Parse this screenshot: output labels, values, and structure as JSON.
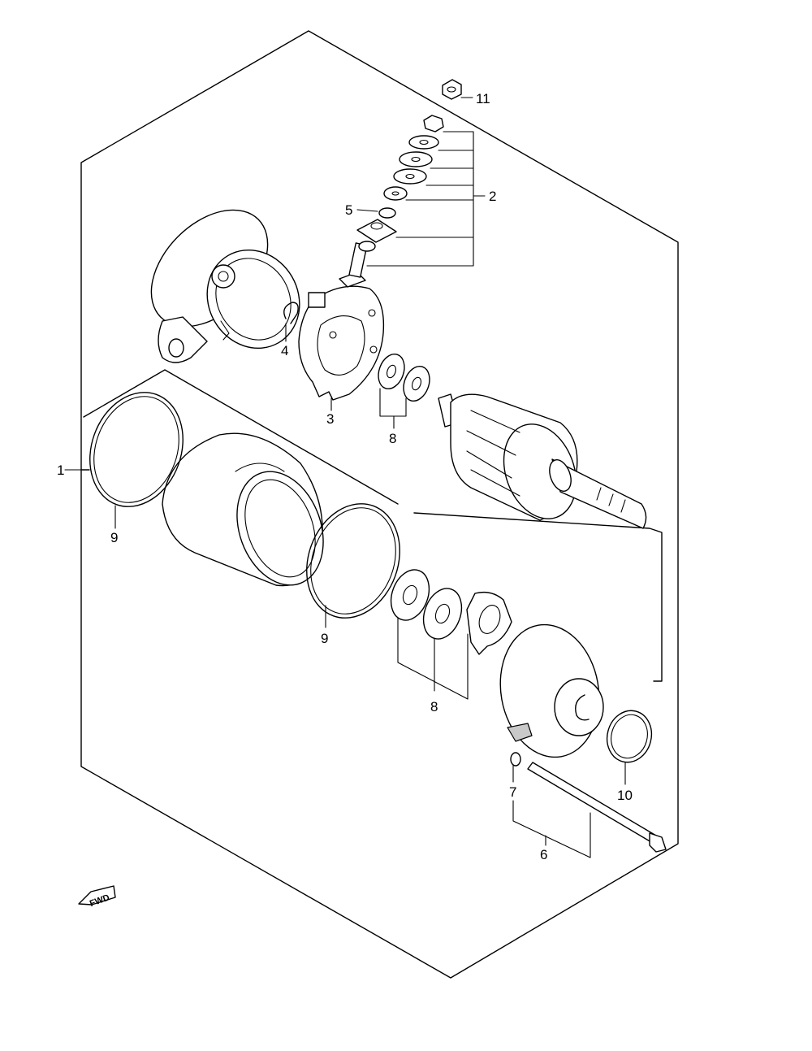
{
  "callouts": [
    {
      "id": "c1",
      "label": "1"
    },
    {
      "id": "c2",
      "label": "2"
    },
    {
      "id": "c3",
      "label": "3"
    },
    {
      "id": "c4",
      "label": "4"
    },
    {
      "id": "c5",
      "label": "5"
    },
    {
      "id": "c6",
      "label": "6"
    },
    {
      "id": "c7",
      "label": "7"
    },
    {
      "id": "c8a",
      "label": "8"
    },
    {
      "id": "c8b",
      "label": "8"
    },
    {
      "id": "c9a",
      "label": "9"
    },
    {
      "id": "c9b",
      "label": "9"
    },
    {
      "id": "c10",
      "label": "10"
    },
    {
      "id": "c11",
      "label": "11"
    }
  ],
  "fwd_label": "FWD"
}
